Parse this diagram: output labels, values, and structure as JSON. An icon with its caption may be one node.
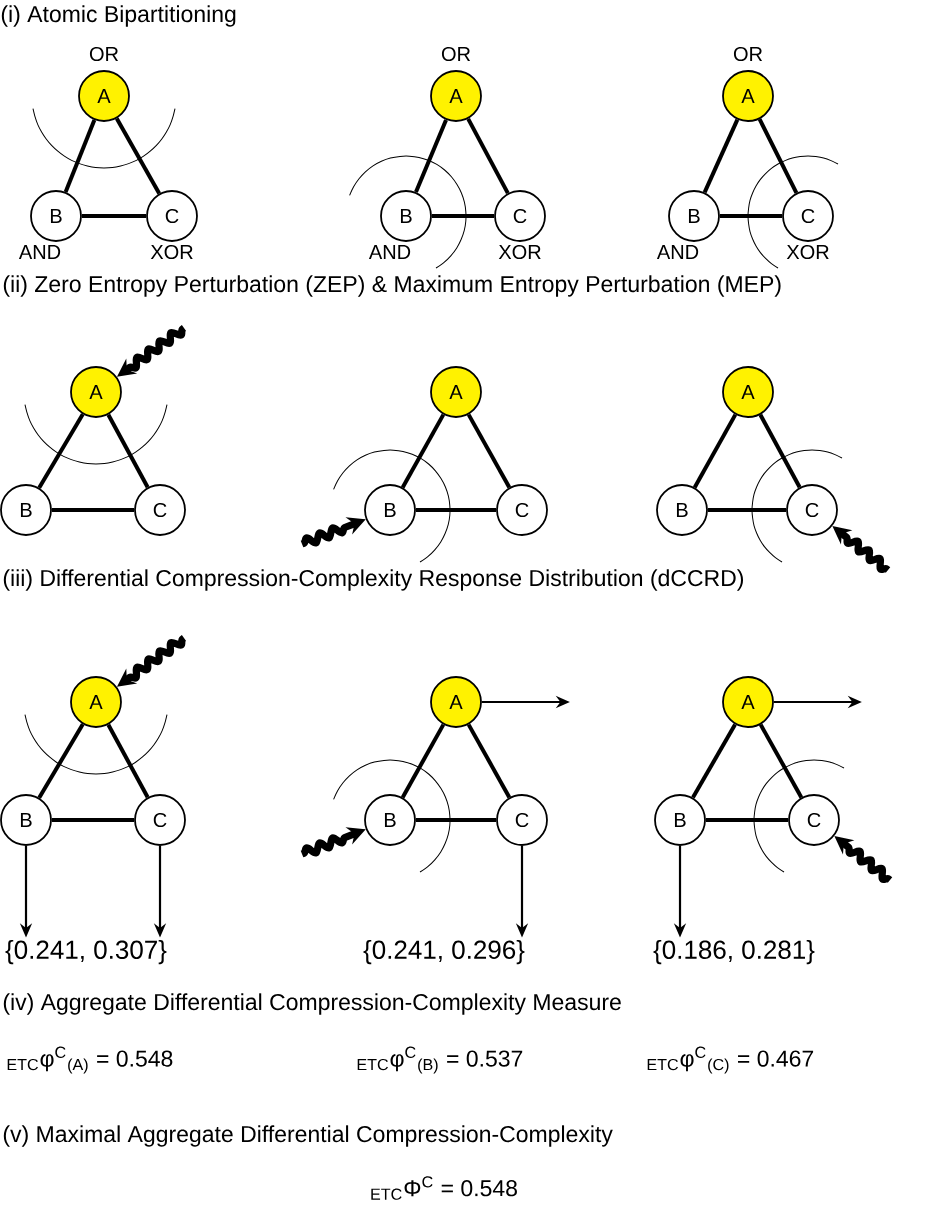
{
  "diagram": {
    "nodes": [
      {
        "text": [
          "A"
        ],
        "beside": [
          "OR"
        ]
      },
      {
        "text": [
          "B"
        ],
        "beside": [
          "AND"
        ]
      },
      {
        "text": [
          "C"
        ],
        "beside": [
          "XOR"
        ]
      },
      {
        "text": [
          "A"
        ],
        "beside": [
          "OR"
        ]
      },
      {
        "text": [
          "B"
        ],
        "beside": [
          "AND"
        ]
      },
      {
        "text": [
          "C"
        ],
        "beside": [
          "XOR"
        ]
      },
      {
        "text": [
          "A"
        ],
        "beside": [
          "OR"
        ]
      },
      {
        "text": [
          "B"
        ],
        "beside": [
          "AND"
        ]
      },
      {
        "text": [
          "C"
        ],
        "beside": [
          "XOR"
        ]
      },
      {
        "text": [
          "A"
        ]
      },
      {
        "text": [
          "B"
        ]
      },
      {
        "text": [
          "C"
        ]
      },
      {
        "text": [
          "A"
        ]
      },
      {
        "text": [
          "B"
        ]
      },
      {
        "text": [
          "C"
        ]
      },
      {
        "text": [
          "A"
        ]
      },
      {
        "text": [
          "B"
        ]
      },
      {
        "text": [
          "C"
        ]
      },
      {
        "text": [
          "A"
        ]
      },
      {
        "text": [
          "B"
        ]
      },
      {
        "text": [
          "C"
        ]
      },
      {
        "text": [
          "A"
        ]
      },
      {
        "text": [
          "B"
        ]
      },
      {
        "text": [
          "C"
        ]
      },
      {
        "text": [
          "A"
        ]
      },
      {
        "text": [
          "B"
        ]
      },
      {
        "text": [
          "C"
        ]
      },
      {
        "text": [
          "{0.241, 0.307}"
        ]
      },
      {
        "text": [
          "{0.241, 0.296}"
        ]
      },
      {
        "text": [
          "{0.186, 0.281}"
        ]
      }
    ],
    "edges": [
      {
        "from": 0,
        "to": 1,
        "arrow": "none"
      },
      {
        "from": 0,
        "to": 2,
        "arrow": "none"
      },
      {
        "from": 1,
        "to": 2,
        "arrow": "none"
      },
      {
        "from": 3,
        "to": 4,
        "arrow": "none"
      },
      {
        "from": 3,
        "to": 5,
        "arrow": "none"
      },
      {
        "from": 4,
        "to": 5,
        "arrow": "none"
      },
      {
        "from": 6,
        "to": 7,
        "arrow": "none"
      },
      {
        "from": 6,
        "to": 8,
        "arrow": "none"
      },
      {
        "from": 7,
        "to": 8,
        "arrow": "none"
      },
      {
        "from": 9,
        "to": 10,
        "arrow": "none"
      },
      {
        "from": 9,
        "to": 11,
        "arrow": "none"
      },
      {
        "from": 10,
        "to": 11,
        "arrow": "none"
      },
      {
        "from": 12,
        "to": 13,
        "arrow": "none"
      },
      {
        "from": 12,
        "to": 14,
        "arrow": "none"
      },
      {
        "from": 13,
        "to": 14,
        "arrow": "none"
      },
      {
        "from": 15,
        "to": 16,
        "arrow": "none"
      },
      {
        "from": 15,
        "to": 17,
        "arrow": "none"
      },
      {
        "from": 16,
        "to": 17,
        "arrow": "none"
      },
      {
        "from": 18,
        "to": 19,
        "arrow": "none"
      },
      {
        "from": 18,
        "to": 20,
        "arrow": "none"
      },
      {
        "from": 19,
        "to": 20,
        "arrow": "none"
      },
      {
        "from": 21,
        "to": 22,
        "arrow": "none"
      },
      {
        "from": 21,
        "to": 23,
        "arrow": "none"
      },
      {
        "from": 22,
        "to": 23,
        "arrow": "none"
      },
      {
        "from": 24,
        "to": 25,
        "arrow": "none"
      },
      {
        "from": 24,
        "to": 26,
        "arrow": "none"
      },
      {
        "from": 25,
        "to": 26,
        "arrow": "none"
      },
      {
        "from": null,
        "to": 9,
        "arrow": "to",
        "style": "thick"
      },
      {
        "from": null,
        "to": 13,
        "arrow": "to",
        "style": "thick"
      },
      {
        "from": null,
        "to": 17,
        "arrow": "to",
        "style": "thick"
      },
      {
        "from": null,
        "to": 18,
        "arrow": "to",
        "style": "thick"
      },
      {
        "from": null,
        "to": 22,
        "arrow": "to",
        "style": "thick"
      },
      {
        "from": null,
        "to": 26,
        "arrow": "to",
        "style": "thick"
      },
      {
        "from": 19,
        "to": 27,
        "arrow": "to"
      },
      {
        "from": 20,
        "to": 27,
        "arrow": "to"
      },
      {
        "from": 21,
        "to": null,
        "arrow": "to"
      },
      {
        "from": 23,
        "to": 28,
        "arrow": "to"
      },
      {
        "from": 24,
        "to": null,
        "arrow": "to"
      },
      {
        "from": 25,
        "to": 29,
        "arrow": "to"
      }
    ],
    "labels": [
      "(i) Atomic Bipartitioning",
      "(ii) Zero Entropy Perturbation (ZEP) & Maximum Entropy Perturbation (MEP)",
      "(iii) Differential Compression-Complexity Response Distribution (dCCRD)",
      "(iv) Aggregate Differential Compression-Complexity Measure",
      "$_{ETC}$φ$^{C}$$_{(A)}$ = 0.548",
      "$_{ETC}$φ$^{C}$$_{(B)}$ = 0.537",
      "$_{ETC}$φ$^{C}$$_{(C)}$ = 0.467",
      "(v) Maximal Aggregate Differential Compression-Complexity",
      "$_{ETC}$Φ$^{C}$ = 0.548"
    ]
  }
}
